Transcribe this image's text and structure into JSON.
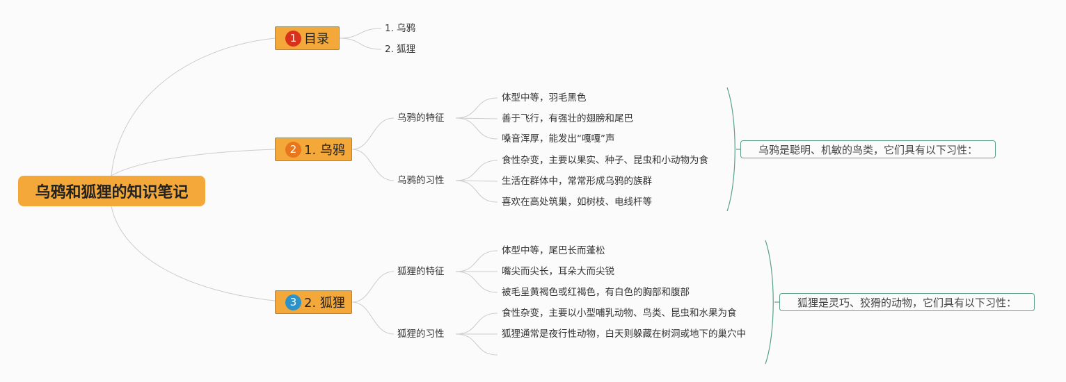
{
  "root": {
    "title": "乌鸦和狐狸的知识笔记"
  },
  "branches": [
    {
      "number": "1",
      "label": "目录",
      "badge_color": "#d8311c",
      "items": [
        "1. 乌鸦",
        "2. 狐狸"
      ]
    },
    {
      "number": "2",
      "label": "1. 乌鸦",
      "badge_color": "#e8761c",
      "groups": [
        {
          "label": "乌鸦的特征",
          "items": [
            "体型中等，羽毛黑色",
            "善于飞行，有强壮的翅膀和尾巴",
            "嗓音浑厚，能发出“嘎嘎”声"
          ]
        },
        {
          "label": "乌鸦的习性",
          "items": [
            "食性杂变，主要以果实、种子、昆虫和小动物为食",
            "生活在群体中，常常形成乌鸦的族群",
            "喜欢在高处筑巢，如树枝、电线杆等"
          ]
        }
      ],
      "summary": "乌鸦是聪明、机敏的鸟类，它们具有以下习性："
    },
    {
      "number": "3",
      "label": "2. 狐狸",
      "badge_color": "#2b93c9",
      "groups": [
        {
          "label": "狐狸的特征",
          "items": [
            "体型中等，尾巴长而蓬松",
            "嘴尖而尖长，耳朵大而尖锐",
            "被毛呈黄褐色或红褐色，有白色的胸部和腹部"
          ]
        },
        {
          "label": "狐狸的习性",
          "items": [
            "食性杂变，主要以小型哺乳动物、鸟类、昆虫和水果为食",
            "狐狸通常是夜行性动物，白天则躲藏在树洞或地下的巢穴中",
            ""
          ]
        }
      ],
      "summary": "狐狸是灵巧、狡猾的动物，它们具有以下习性："
    }
  ],
  "colors": {
    "node_fill": "#f4a83a",
    "connector": "#cccccc",
    "summary_border": "#5aa08a"
  }
}
